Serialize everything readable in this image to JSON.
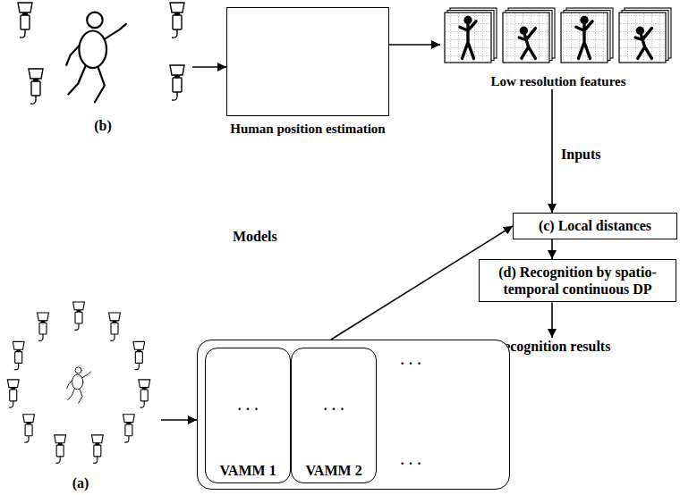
{
  "diagram": {
    "nodes": [
      {
        "text": [
          "(b)"
        ]
      },
      {
        "text": [
          "Human position estimation"
        ]
      },
      {
        "text": [
          "Low resolution features"
        ]
      },
      {
        "text": [
          "(c) Local distances"
        ]
      },
      {
        "text": [
          "(d) Recognition by spatio-temporal continuous DP"
        ]
      },
      {
        "text": [
          "Recognition results"
        ]
      },
      {
        "text": [
          "(a)"
        ]
      },
      {
        "text": [
          "· · ·",
          "· · ·"
        ]
      },
      {
        "text": [
          "· · ·",
          "VAMM 1"
        ],
        "in": 7
      },
      {
        "text": [
          "· · ·",
          "VAMM 2"
        ],
        "in": 7
      }
    ],
    "edges": [
      {
        "from": 0,
        "to": 1,
        "arrow": "to"
      },
      {
        "from": 1,
        "to": 2,
        "arrow": "to"
      },
      {
        "from": 2,
        "to": 3,
        "label": "Inputs",
        "arrow": "to"
      },
      {
        "from": 7,
        "to": 3,
        "label": "Models",
        "arrow": "to"
      },
      {
        "from": 3,
        "to": 4,
        "arrow": "to"
      },
      {
        "from": 4,
        "to": 5,
        "arrow": "to"
      },
      {
        "from": 6,
        "to": 7,
        "arrow": "to"
      }
    ]
  }
}
